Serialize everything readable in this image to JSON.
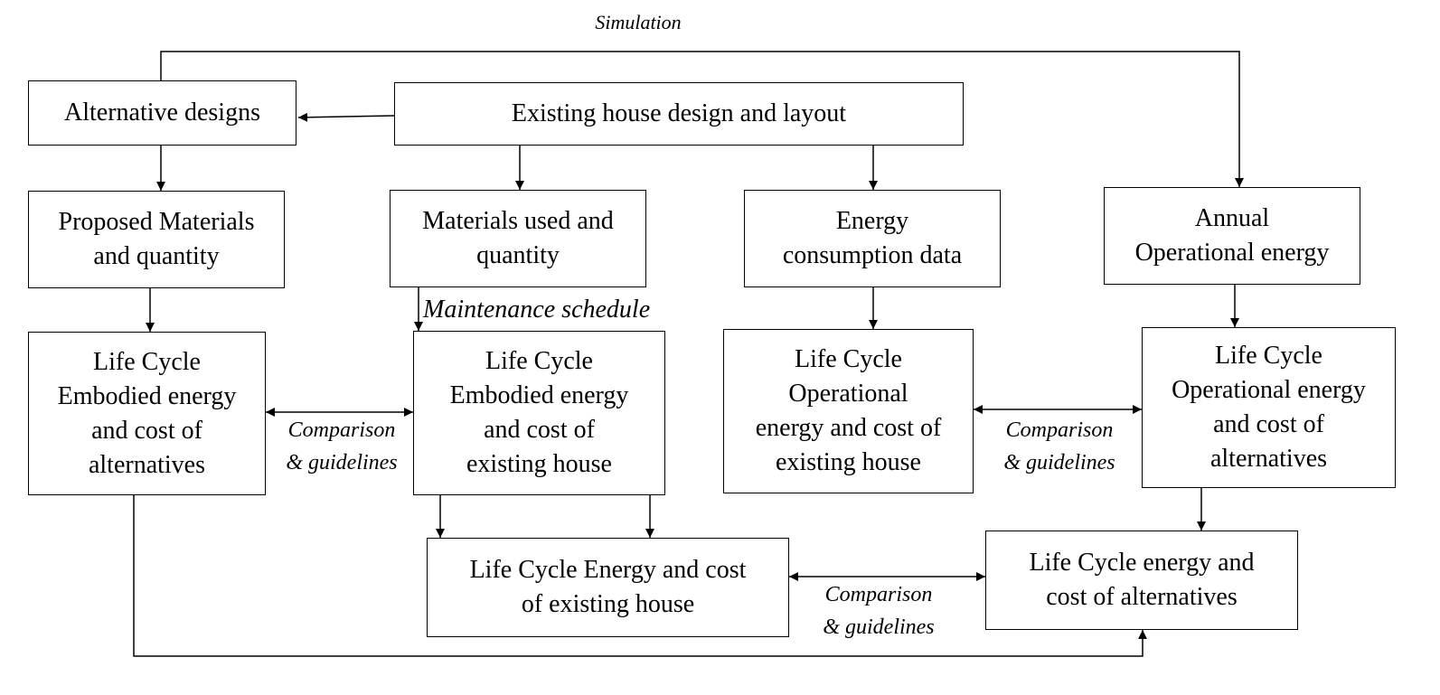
{
  "nodes": {
    "alt_designs": "Alternative designs",
    "existing_design": "Existing house design and layout",
    "proposed_materials": "Proposed Materials\nand quantity",
    "materials_used": "Materials used and\nquantity",
    "energy_data": "Energy\nconsumption data",
    "annual_op": "Annual\nOperational energy",
    "lc_emb_alt": "Life Cycle\nEmbodied energy\nand cost of\nalternatives",
    "lc_emb_exist": "Life Cycle\nEmbodied energy\nand cost of\nexisting house",
    "lc_op_exist": "Life Cycle\nOperational\nenergy and cost of\nexisting house",
    "lc_op_alt": "Life Cycle\nOperational energy\nand cost of\nalternatives",
    "lc_total_exist": "Life Cycle Energy and cost\nof existing house",
    "lc_total_alt": "Life Cycle energy and\ncost of alternatives"
  },
  "labels": {
    "simulation": "Simulation",
    "maintenance": "Maintenance schedule",
    "compare_left": "Comparison\n& guidelines",
    "compare_right": "Comparison\n& guidelines",
    "compare_bottom": "Comparison\n& guidelines"
  }
}
